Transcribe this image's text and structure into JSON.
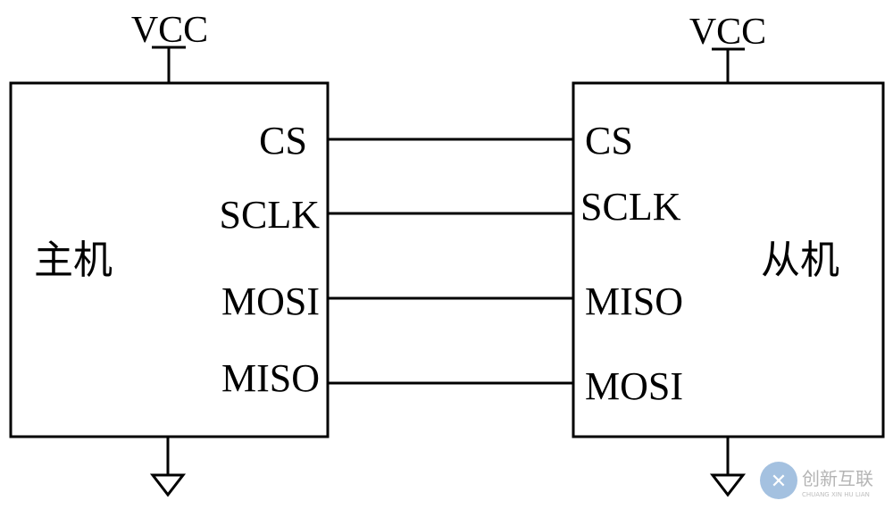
{
  "master": {
    "name": "主机",
    "power": "VCC",
    "pins": [
      "CS",
      "SCLK",
      "MOSI",
      "MISO"
    ]
  },
  "slave": {
    "name": "从机",
    "power": "VCC",
    "pins": [
      "CS",
      "SCLK",
      "MISO",
      "MOSI"
    ]
  },
  "watermark": {
    "name": "创新互联",
    "sub": "CHUANG XIN HU LIAN"
  }
}
